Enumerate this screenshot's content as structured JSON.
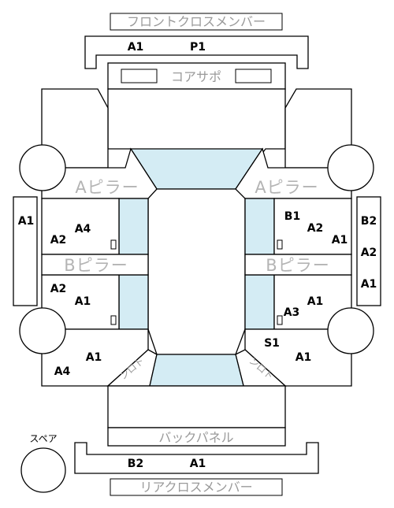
{
  "labels": {
    "front_cross_member": "フロントクロスメンバー",
    "core_support": "コアサポ",
    "a_pillar": "Aピラー",
    "b_pillar": "Bピラー",
    "back_panel": "バックパネル",
    "rear_cross_member": "リアクロスメンバー",
    "spare": "スペア",
    "trunk_hinge": "ンロト"
  },
  "codes": {
    "front_a1": "A1",
    "front_p1": "P1",
    "left_side_a1": "A1",
    "right_side_b2": "B2",
    "right_side_a2": "A2",
    "right_side_a1": "A1",
    "lf_door_a4": "A4",
    "lf_door_a2": "A2",
    "rf_door_b1": "B1",
    "rf_door_a2": "A2",
    "rf_door_a1": "A1",
    "lr_door_a2": "A2",
    "lr_door_a1": "A1",
    "rr_door_a1": "A1",
    "rr_door_a3": "A3",
    "rr_quarter_s1": "S1",
    "lr_quarter_a1": "A1",
    "lr_quarter_a4": "A4",
    "rr_quarter_a1": "A1",
    "rear_b2": "B2",
    "rear_a1": "A1"
  }
}
